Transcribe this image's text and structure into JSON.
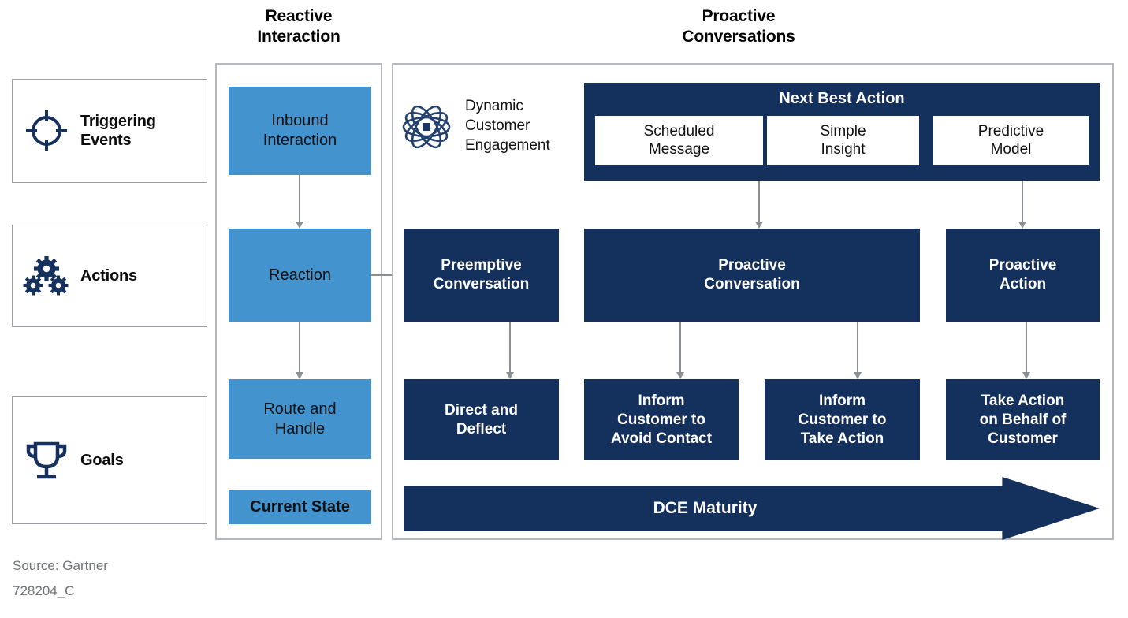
{
  "headers": {
    "reactive": "Reactive\nInteraction",
    "reactive_line1": "Reactive",
    "reactive_line2": "Interaction",
    "proactive_line1": "Proactive",
    "proactive_line2": "Conversations"
  },
  "categories": [
    {
      "label_line1": "Triggering",
      "label_line2": "Events",
      "icon": "target-crosshair-icon"
    },
    {
      "label_line1": "Actions",
      "label_line2": "",
      "icon": "gears-icon"
    },
    {
      "label_line1": "Goals",
      "label_line2": "",
      "icon": "trophy-icon"
    }
  ],
  "reactive_column": {
    "steps": [
      {
        "line1": "Inbound",
        "line2": "Interaction"
      },
      {
        "line1": "Reaction",
        "line2": ""
      },
      {
        "line1": "Route and",
        "line2": "Handle"
      }
    ],
    "current_state": "Current State"
  },
  "proactive_column": {
    "dce_icon": "atom-icon",
    "dce_label_line1": "Dynamic",
    "dce_label_line2": "Customer",
    "dce_label_line3": "Engagement",
    "next_best_action": {
      "title": "Next Best Action",
      "chips": [
        {
          "line1": "Scheduled",
          "line2": "Message"
        },
        {
          "line1": "Simple",
          "line2": "Insight"
        },
        {
          "line1": "Predictive",
          "line2": "Model"
        }
      ]
    },
    "actions_row": [
      {
        "line1": "Preemptive",
        "line2": "Conversation",
        "line3": ""
      },
      {
        "line1": "Proactive",
        "line2": "Conversation",
        "line3": ""
      },
      {
        "line1": "Proactive",
        "line2": "Action",
        "line3": ""
      }
    ],
    "goals_row": [
      {
        "line1": "Direct and",
        "line2": "Deflect",
        "line3": ""
      },
      {
        "line1": "Inform",
        "line2": "Customer to",
        "line3": "Avoid Contact"
      },
      {
        "line1": "Inform",
        "line2": "Customer to",
        "line3": "Take Action"
      },
      {
        "line1": "Take Action",
        "line2": "on Behalf of",
        "line3": "Customer"
      }
    ],
    "maturity_arrow_label": "DCE Maturity"
  },
  "footer": {
    "source": "Source: Gartner",
    "code": "728204_C"
  },
  "colors": {
    "navy": "#14305c",
    "blue": "#4293ce",
    "panel_border": "#b6babe",
    "cat_border": "#9aa0a6",
    "arrow_gray": "#8a8f94",
    "footer_text": "#6e7275"
  }
}
